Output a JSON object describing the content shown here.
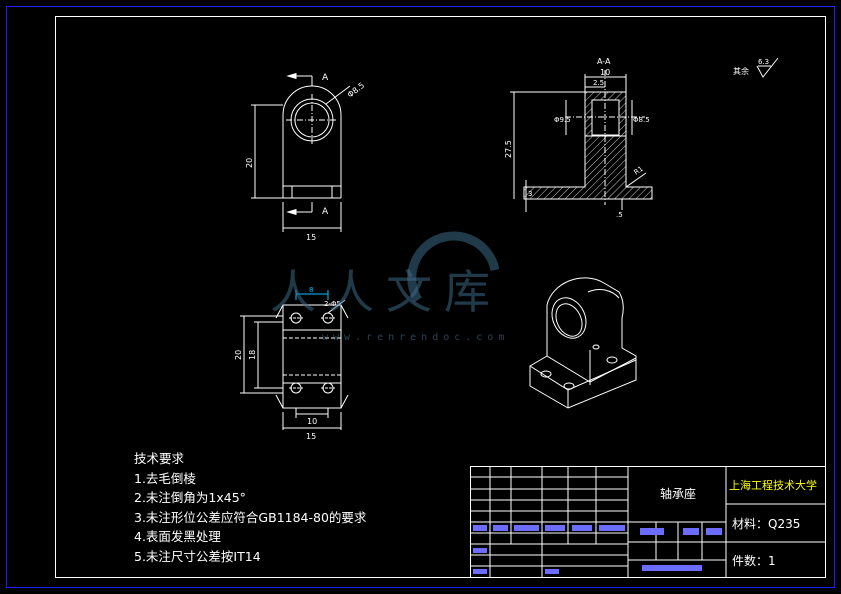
{
  "views": {
    "section_marker": "A",
    "section_title": "A-A"
  },
  "dimensions": {
    "front_hole": "Φ8.5",
    "front_height": "20",
    "front_width": "15",
    "section_top": "10",
    "section_small": "2.5",
    "section_hole_left": "Φ9.5",
    "section_hole_right": "Φ8.5",
    "section_height": "27.5",
    "section_base": "3",
    "section_radius": "R1",
    "section_edge": ".5",
    "top_offset": "8",
    "top_holes": "2-Φ5",
    "top_height": "20",
    "top_inner": "18",
    "top_bottom": "10",
    "top_width": "15"
  },
  "roughness": {
    "label": "其余",
    "value": "6.3"
  },
  "watermark": {
    "text": "人人文库",
    "url": "www.renrendoc.com"
  },
  "requirements": {
    "title": "技术要求",
    "items": [
      "1.去毛倒棱",
      "2.未注倒角为1x45°",
      "3.未注形位公差应符合GB1184-80的要求",
      "4.表面发黑处理",
      "5.未注尺寸公差按IT14"
    ]
  },
  "title_block": {
    "part_name": "轴承座",
    "school": "上海工程技术大学",
    "material": "材料：Q235",
    "quantity": "件数：1"
  },
  "colors": {
    "background": "#000000",
    "frame": "#2020ff",
    "line": "#ffffff",
    "school": "#ffff00",
    "watermark": "#3c6987"
  }
}
